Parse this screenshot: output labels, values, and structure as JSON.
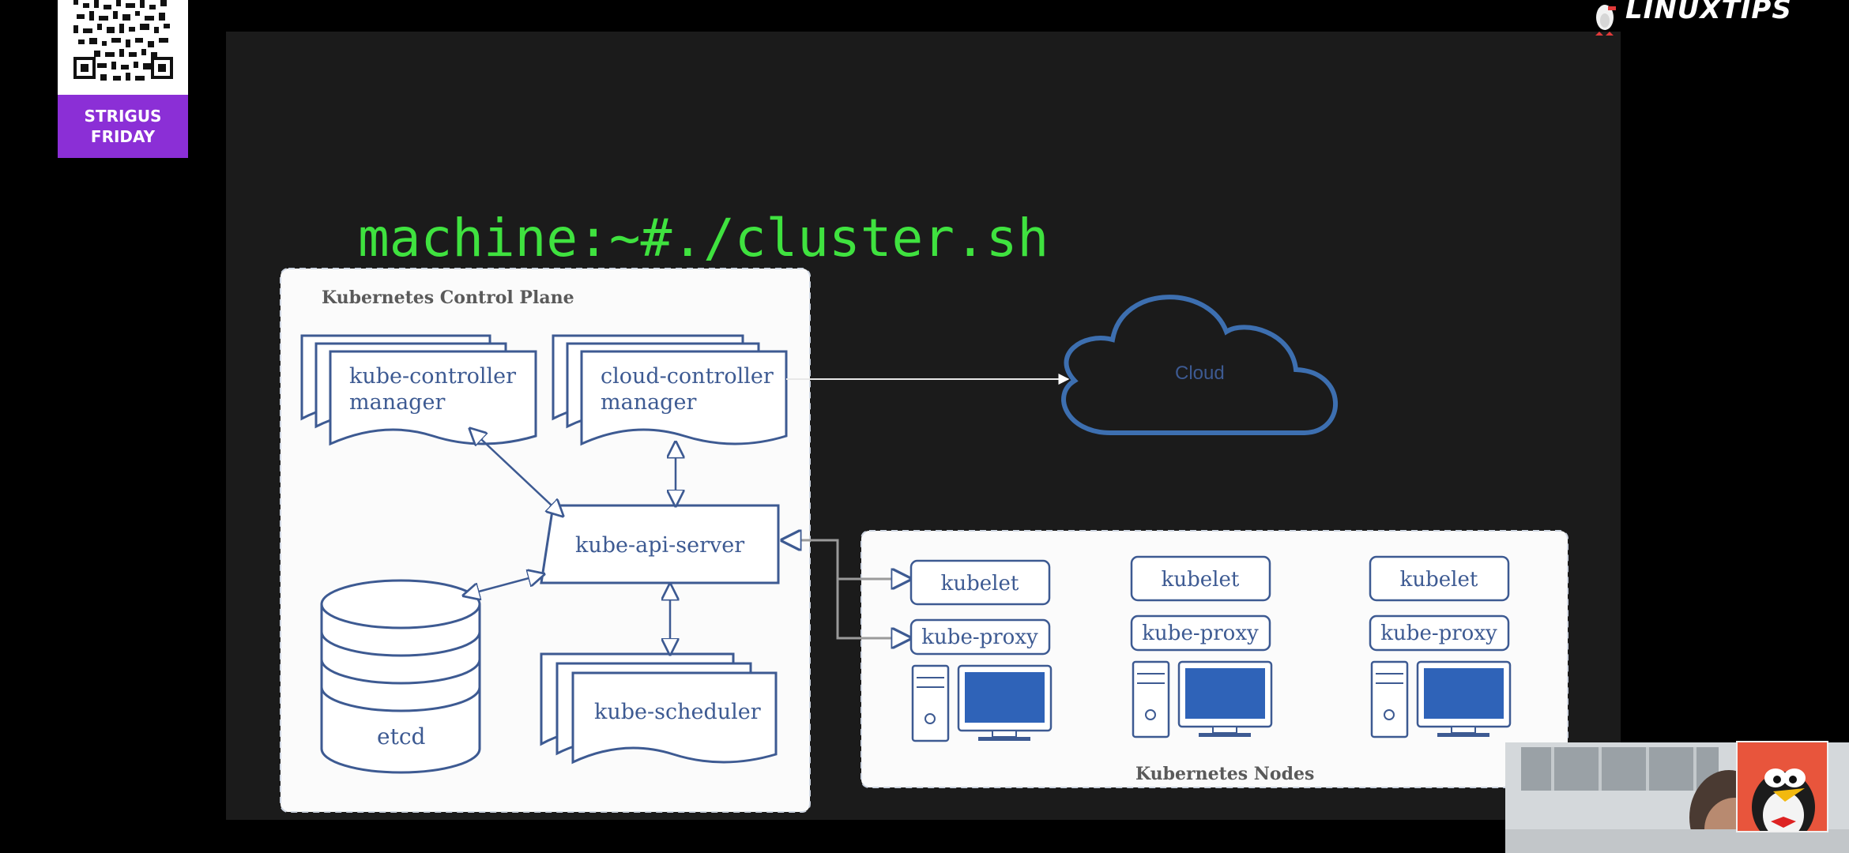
{
  "overlay": {
    "badge_line1": "STRIGUS",
    "badge_line2": "FRIDAY",
    "brand": "LINUXTIPS"
  },
  "slide": {
    "command": "machine:~#./cluster.sh"
  },
  "diagram": {
    "control_plane_title": "Kubernetes Control Plane",
    "kcm_line1": "kube-controller",
    "kcm_line2": "manager",
    "ccm_line1": "cloud-controller",
    "ccm_line2": "manager",
    "api_server": "kube-api-server",
    "etcd": "etcd",
    "scheduler": "kube-scheduler",
    "cloud": "Cloud",
    "nodes_title": "Kubernetes Nodes",
    "nodes": [
      {
        "kubelet": "kubelet",
        "proxy": "kube-proxy"
      },
      {
        "kubelet": "kubelet",
        "proxy": "kube-proxy"
      },
      {
        "kubelet": "kubelet",
        "proxy": "kube-proxy"
      }
    ]
  },
  "colors": {
    "slide_bg": "#1b1b1b",
    "terminal_green": "#3fe23f",
    "diagram_blue": "#3d5a92",
    "badge_purple": "#8b2fd6"
  }
}
